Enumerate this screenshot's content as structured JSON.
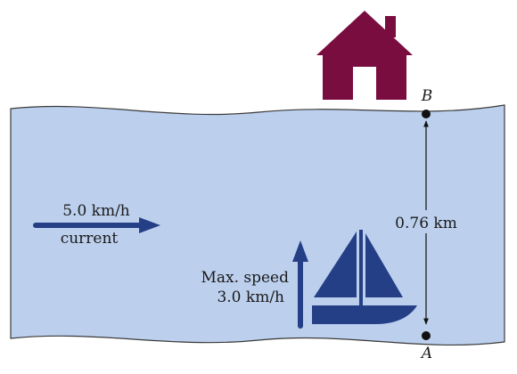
{
  "colors": {
    "water": "#bcd0ee",
    "water_edge": "#3a3a3a",
    "house": "#7a0d3f",
    "door": "#ffffff",
    "arrow": "#243f86",
    "boat": "#243f86",
    "point": "#111111"
  },
  "labels": {
    "current_speed": "5.0 km/h",
    "current_word": "current",
    "boat_speed_line1": "Max. speed",
    "boat_speed_line2": "3.0 km/h",
    "distance": "0.76 km",
    "point_top": "B",
    "point_bottom": "A"
  },
  "icons": [
    "house-icon",
    "sailboat-icon"
  ]
}
